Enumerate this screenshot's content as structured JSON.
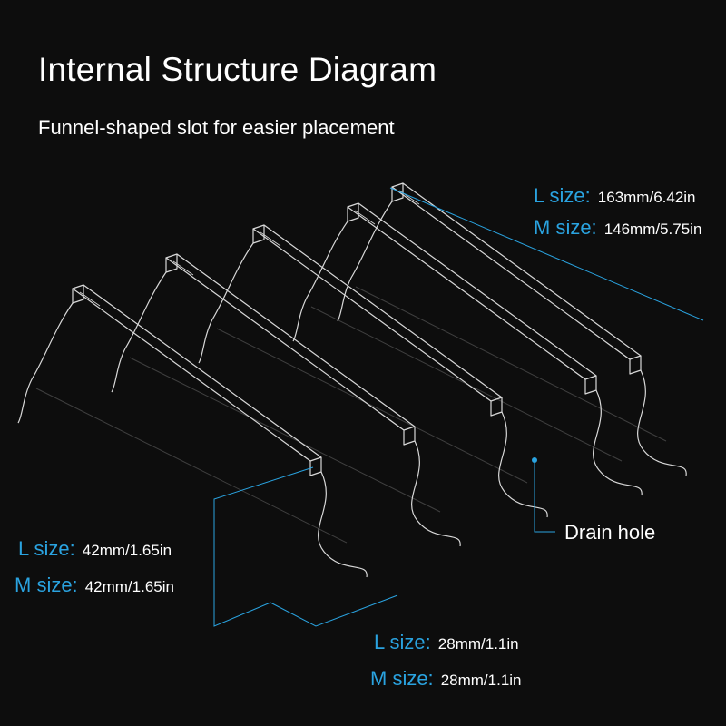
{
  "title": "Internal Structure Diagram",
  "subtitle": "Funnel-shaped slot for easier placement",
  "colors": {
    "background": "#0d0d0d",
    "accent": "#2aa3e0",
    "text": "#ffffff",
    "outline": "#d8d8d8"
  },
  "length_dimension": {
    "l_label": "L size:",
    "l_value": "163mm/6.42in",
    "m_label": "M size:",
    "m_value": "146mm/5.75in"
  },
  "height_dimension": {
    "l_label": "L size:",
    "l_value": "42mm/1.65in",
    "m_label": "M size:",
    "m_value": "42mm/1.65in"
  },
  "depth_dimension": {
    "l_label": "L size:",
    "l_value": "28mm/1.1in",
    "m_label": "M size:",
    "m_value": "28mm/1.1in"
  },
  "drain_hole_label": "Drain hole"
}
